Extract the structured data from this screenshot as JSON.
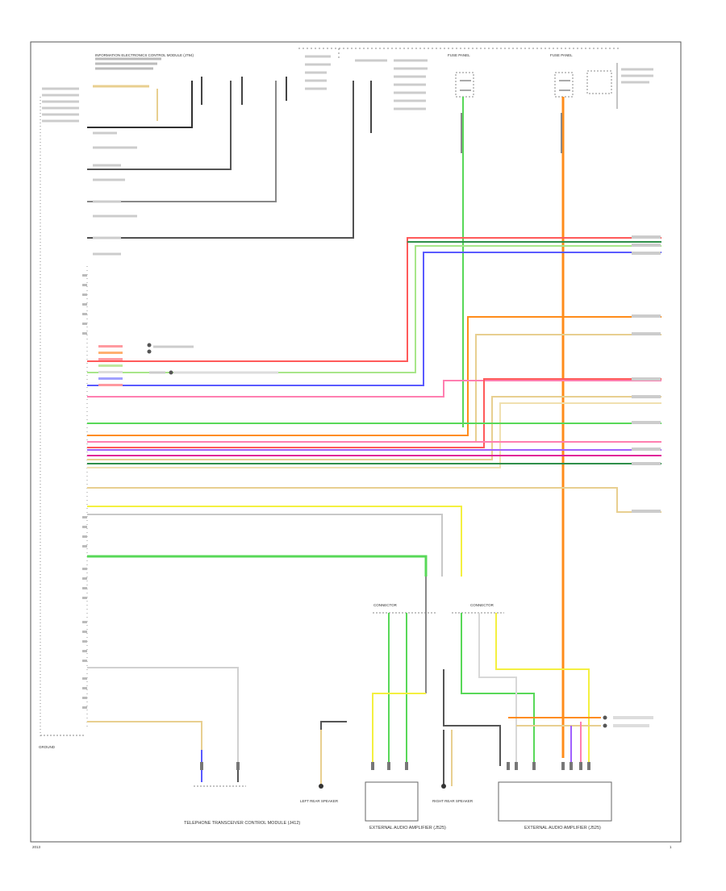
{
  "title_block": {
    "page_label": "2013",
    "page_number": "1"
  },
  "components": [
    {
      "id": "phone",
      "label": "TELEPHONE TRANSCEIVER CONTROL MODULE (J412)"
    },
    {
      "id": "rear-spk-l",
      "label": "LEFT REAR SPEAKER"
    },
    {
      "id": "amp-left",
      "label": "EXTERNAL AUDIO AMPLIFIER (J525)"
    },
    {
      "id": "rear-spk-r",
      "label": "RIGHT REAR SPEAKER"
    },
    {
      "id": "amp-main",
      "label": "EXTERNAL AUDIO AMPLIFIER (J525)"
    },
    {
      "id": "top-left-module",
      "label": "INFORMATION ELECTRONICS CONTROL MODULE (J794)"
    },
    {
      "id": "fuse-left",
      "label": "FUSE PANEL"
    },
    {
      "id": "fuse-right",
      "label": "FUSE PANEL"
    }
  ],
  "annotations": {
    "connector-left": "CONNECTOR",
    "connector-right": "CONNECTOR",
    "ground-note": "GROUND",
    "refer-note": "REFER TO CIRCUIT"
  },
  "colors": {
    "red": "#ff5a5a",
    "pink": "#ff7fb0",
    "magenta": "#e0209a",
    "orange": "#ff8c1a",
    "green": "#58d858",
    "dark-green": "#2f8f4a",
    "light-green": "#a8e68a",
    "blue": "#5a5aff",
    "violet": "#a060ff",
    "yellow": "#f4f040",
    "tan": "#e8cf90",
    "grey": "#9a9a9a",
    "black": "#303030"
  }
}
